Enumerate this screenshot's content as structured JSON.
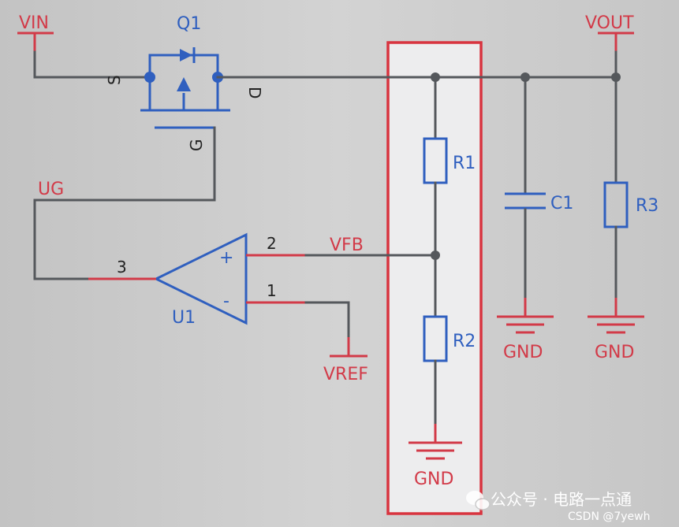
{
  "power": {
    "vin": "VIN",
    "vout": "VOUT",
    "ug": "UG",
    "vfb": "VFB",
    "vref": "VREF",
    "gnd": "GND"
  },
  "components": {
    "q1": "Q1",
    "u1": "U1",
    "r1": "R1",
    "r2": "R2",
    "r3": "R3",
    "c1": "C1"
  },
  "pins": {
    "source": "S",
    "drain": "D",
    "gate": "G",
    "opamp_out": "3",
    "opamp_plus": "2",
    "opamp_minus": "1",
    "plus_sign": "+",
    "minus_sign": "-"
  },
  "watermark": {
    "channel": "公众号 · 电路一点通",
    "site": "CSDN @7yewh"
  },
  "colors": {
    "wire": "#55585c",
    "component": "#2f5fbf",
    "net_label": "#d23a48",
    "highlight": "#d8343f"
  }
}
